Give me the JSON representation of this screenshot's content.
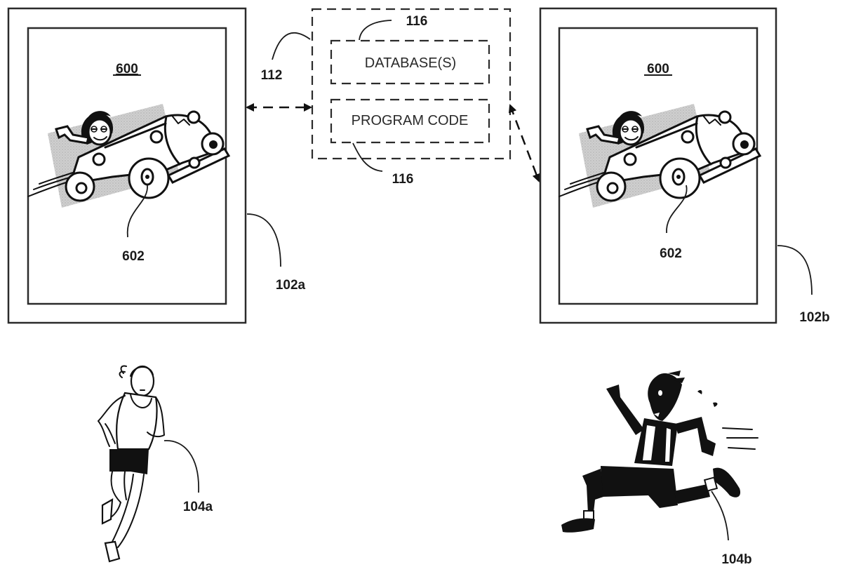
{
  "figure": {
    "server": {
      "ref": "112",
      "database_label": "DATABASE(S)",
      "database_ref": "116",
      "program_code_label": "PROGRAM CODE",
      "program_code_ref": "116"
    },
    "devices": [
      {
        "ref": "102a",
        "content_ref": "600",
        "image_ref": "602",
        "image_subject": "cartoon man driving a vintage car"
      },
      {
        "ref": "102b",
        "content_ref": "600",
        "image_ref": "602",
        "image_subject": "cartoon man driving a vintage car"
      }
    ],
    "users": [
      {
        "ref": "104a",
        "subject": "woman running"
      },
      {
        "ref": "104b",
        "subject": "silhouette man running"
      }
    ],
    "connections": [
      {
        "from": "102a",
        "to": "112",
        "style": "dashed bidirectional arrow"
      },
      {
        "from": "102b",
        "to": "112",
        "style": "dashed bidirectional arrow"
      }
    ]
  }
}
